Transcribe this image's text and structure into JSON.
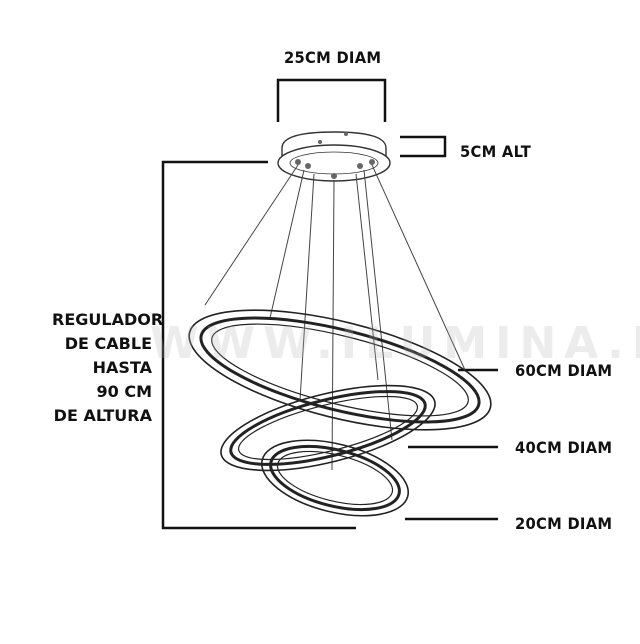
{
  "labels": {
    "top_diameter": "25CM DIAM",
    "canopy_height": "5CM ALT",
    "ring_large": "60CM DIAM",
    "ring_medium": "40CM DIAM",
    "ring_small": "20CM DIAM",
    "regulator_lines": [
      "REGULADOR",
      "DE CABLE",
      "HASTA",
      "90 CM",
      "DE ALTURA"
    ]
  },
  "watermark": "WWW.ILUMINA.PE",
  "colors": {
    "ink": "#111111",
    "sketch": "#333333"
  }
}
